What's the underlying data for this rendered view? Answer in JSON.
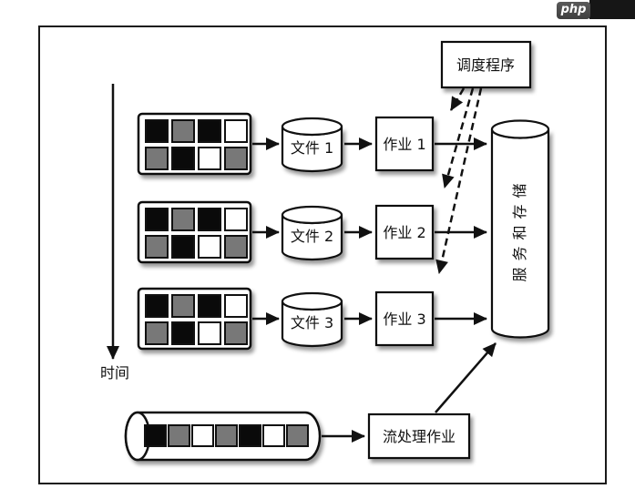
{
  "watermark": {
    "label": "php"
  },
  "colors": {
    "black": "#0a0a0a",
    "gray": "#787878",
    "white": "#ffffff"
  },
  "time_axis": {
    "label": "时间"
  },
  "scheduler": {
    "label": "调度程序"
  },
  "storage": {
    "label": "服务和存储"
  },
  "stream": {
    "job_label": "流处理作业",
    "blocks": [
      "black",
      "gray",
      "white",
      "gray",
      "black",
      "white",
      "gray"
    ]
  },
  "batch_rows": [
    {
      "file_label": "文件 1",
      "job_label": "作业 1",
      "blocks": [
        "black",
        "gray",
        "black",
        "white",
        "gray",
        "black",
        "white",
        "gray"
      ]
    },
    {
      "file_label": "文件 2",
      "job_label": "作业 2",
      "blocks": [
        "black",
        "gray",
        "black",
        "white",
        "gray",
        "black",
        "white",
        "gray"
      ]
    },
    {
      "file_label": "文件 3",
      "job_label": "作业 3",
      "blocks": [
        "black",
        "gray",
        "black",
        "white",
        "gray",
        "black",
        "white",
        "gray"
      ]
    }
  ]
}
